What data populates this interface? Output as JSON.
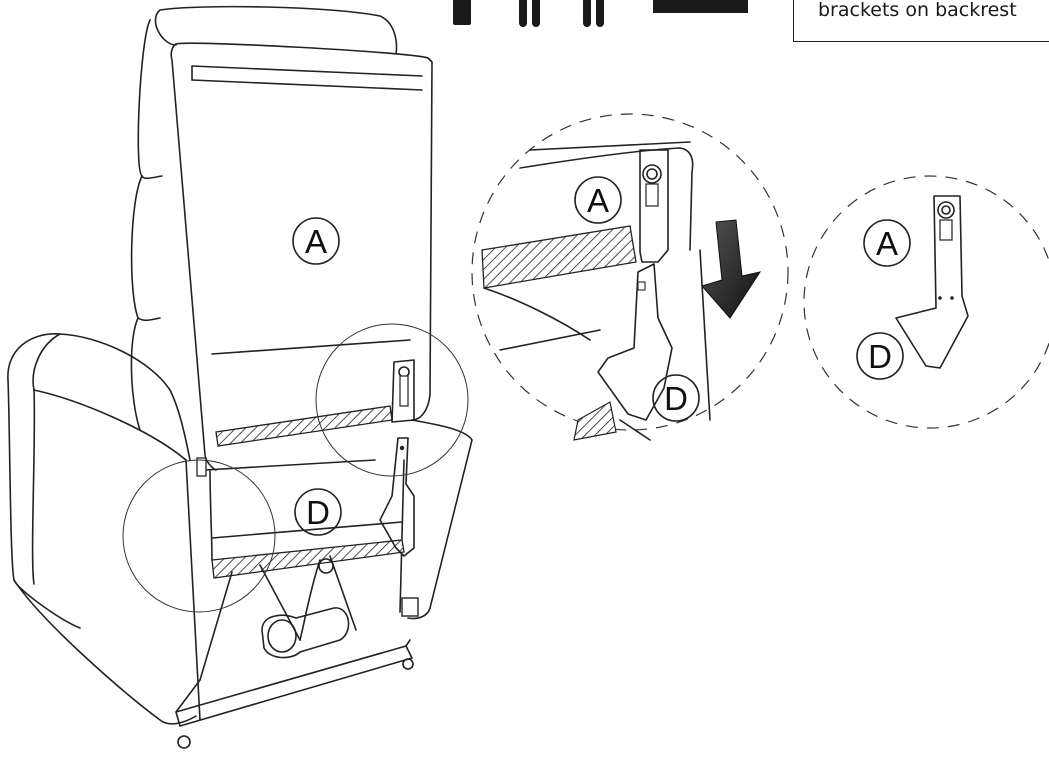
{
  "callout": {
    "text": "brackets on backrest"
  },
  "labels": {
    "backrest_part": "A",
    "seat_part": "D",
    "detail_backrest_part": "A",
    "detail_seat_part": "D",
    "result_backrest_part": "A",
    "result_seat_part": "D"
  },
  "icons": [
    "bracket-pieces-icon",
    "down-arrow-icon"
  ]
}
